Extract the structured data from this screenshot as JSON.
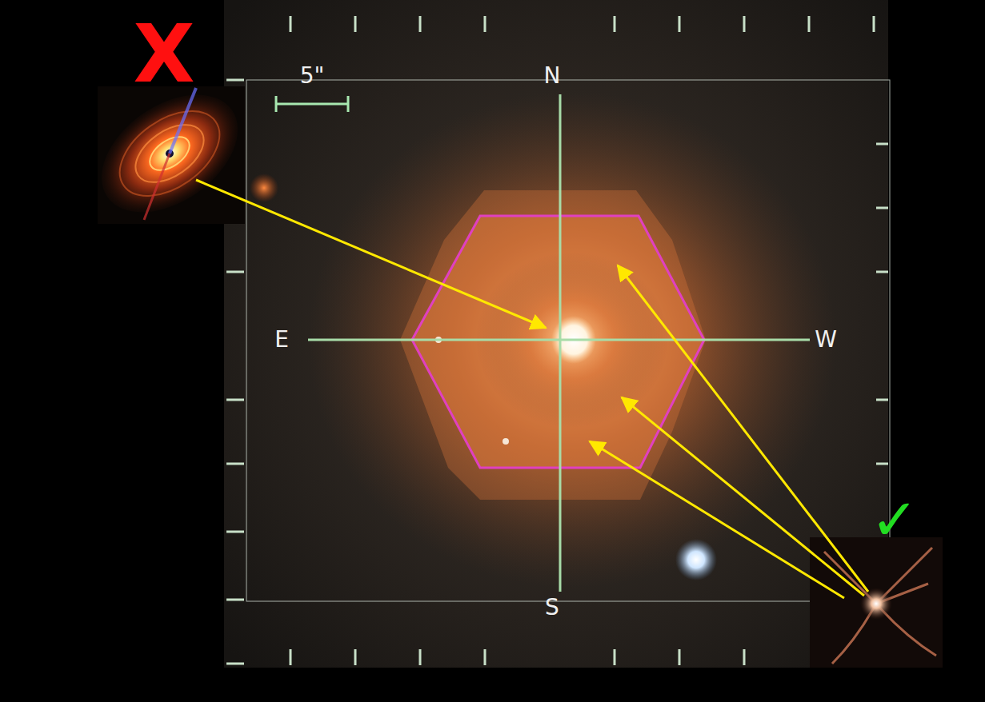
{
  "diagram": {
    "labels": [
      "5\"",
      "N",
      "E",
      "W",
      "S",
      "X",
      "✓"
    ]
  }
}
